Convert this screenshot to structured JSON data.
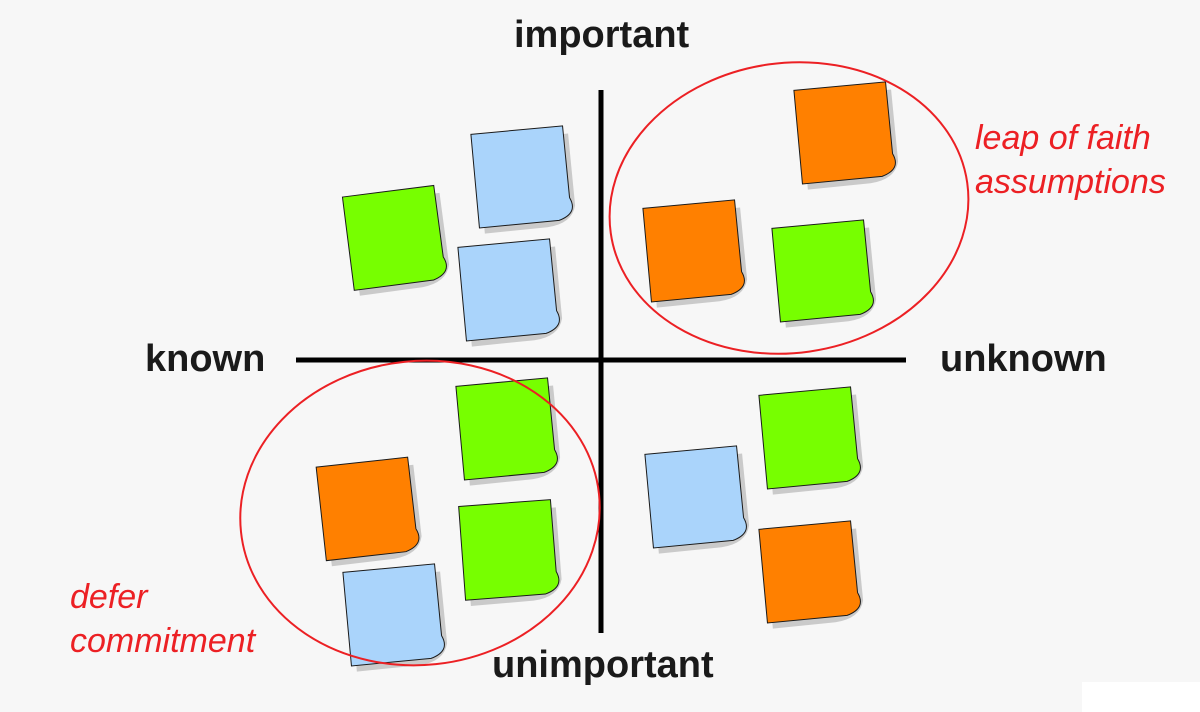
{
  "labels": {
    "top": "important",
    "bottom": "unimportant",
    "left": "known",
    "right": "unknown"
  },
  "annotations": {
    "leap_line1": "leap of faith",
    "leap_line2": "assumptions",
    "defer_line1": "defer",
    "defer_line2": "commitment"
  },
  "colors": {
    "green": "#77ff00",
    "blue": "#aad4fb",
    "orange": "#ff8000",
    "circle": "#ec2024",
    "axis": "#000000",
    "annotation": "#ec2024"
  },
  "quadrants": {
    "important_known": [
      "blue",
      "green",
      "blue"
    ],
    "important_unknown": [
      "orange",
      "orange",
      "green"
    ],
    "unimportant_known": [
      "green",
      "orange",
      "green",
      "blue"
    ],
    "unimportant_unknown": [
      "green",
      "blue",
      "orange"
    ]
  }
}
